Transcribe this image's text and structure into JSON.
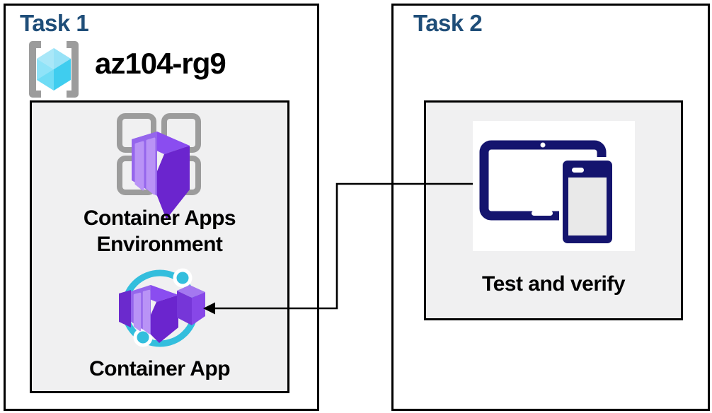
{
  "task1": {
    "title": "Task 1",
    "resource_group_label": "az104-rg9",
    "environment_label": "Container Apps Environment",
    "app_label": "Container App",
    "icons": [
      "resource-group-icon",
      "container-apps-environment-icon",
      "container-app-icon"
    ]
  },
  "task2": {
    "title": "Task 2",
    "verify_label": "Test and verify",
    "icons": [
      "tablet-and-phone-devices-icon"
    ]
  },
  "connector": {
    "from": "Test and verify",
    "to": "Container App",
    "style": "elbow line with left-pointing arrowhead"
  },
  "colors": {
    "title_navy": "#1F4E79",
    "box_border": "#000000",
    "panel_fill": "#F0F0F1",
    "bracket_gray": "#9C9C9C",
    "cyan_accent": "#33BEDD",
    "purple_front": "#9566EC",
    "purple_top": "#8A4DF0",
    "purple_dark": "#6B25CE",
    "device_navy": "#14146E",
    "label_black": "#000000"
  }
}
